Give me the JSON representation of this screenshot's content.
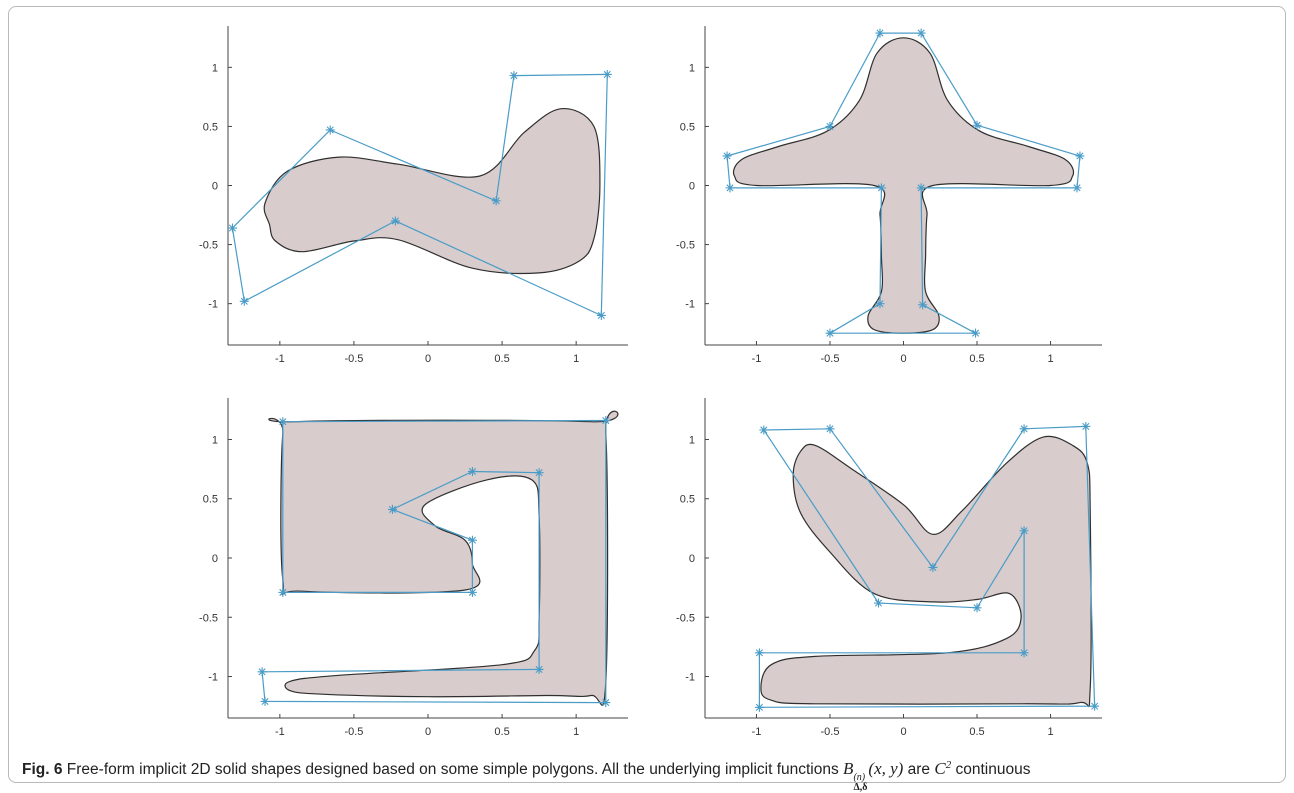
{
  "caption": {
    "label": "Fig. 6",
    "text_before": " Free-form implicit 2D solid shapes designed based on some simple polygons. All the underlying implicit functions ",
    "func_symbol": "B",
    "func_superscript": "(n)",
    "func_subscript": "Δ,δ",
    "func_args": "(x, y)",
    "text_between": " are ",
    "continuity_symbol": "C",
    "continuity_order": "2",
    "text_after": " continuous"
  },
  "colors": {
    "shape_fill": "#d8cccc",
    "shape_stroke": "#2f2f2f",
    "polygon": "#4a9cc7",
    "axis": "#444444",
    "frame": "#b9b9b9"
  },
  "chart_data": [
    {
      "type": "scatter",
      "panel": "top-left",
      "title": "",
      "xlabel": "",
      "ylabel": "",
      "xlim": [
        -1.35,
        1.35
      ],
      "ylim": [
        -1.35,
        1.35
      ],
      "xticks": [
        "-1",
        "-0.5",
        "0",
        "0.5",
        "1"
      ],
      "yticks": [
        "1",
        "0.5",
        "0",
        "-0.5",
        "-1"
      ],
      "grid": false,
      "control_polygon": [
        [
          -0.66,
          0.47
        ],
        [
          0.46,
          -0.13
        ],
        [
          0.58,
          0.93
        ],
        [
          1.21,
          0.94
        ],
        [
          1.17,
          -1.1
        ],
        [
          -0.22,
          -0.3
        ],
        [
          -1.24,
          -0.98
        ],
        [
          -1.32,
          -0.36
        ]
      ],
      "implicit_shape_outline": [
        [
          -1.07,
          -0.33
        ],
        [
          -1.1,
          -0.15
        ],
        [
          -0.95,
          0.12
        ],
        [
          -0.6,
          0.24
        ],
        [
          -0.2,
          0.18
        ],
        [
          0.35,
          0.08
        ],
        [
          0.65,
          0.45
        ],
        [
          0.9,
          0.65
        ],
        [
          1.12,
          0.5
        ],
        [
          1.16,
          0.0
        ],
        [
          1.12,
          -0.45
        ],
        [
          1.02,
          -0.64
        ],
        [
          0.75,
          -0.74
        ],
        [
          0.3,
          -0.7
        ],
        [
          -0.2,
          -0.46
        ],
        [
          -0.5,
          -0.47
        ],
        [
          -0.85,
          -0.56
        ],
        [
          -1.03,
          -0.47
        ]
      ]
    },
    {
      "type": "scatter",
      "panel": "top-right",
      "title": "",
      "xlabel": "",
      "ylabel": "",
      "xlim": [
        -1.35,
        1.35
      ],
      "ylim": [
        -1.35,
        1.35
      ],
      "xticks": [
        "-1",
        "-0.5",
        "0",
        "0.5",
        "1"
      ],
      "yticks": [
        "1",
        "0.5",
        "0",
        "-0.5",
        "-1"
      ],
      "grid": false,
      "control_polygon": [
        [
          -0.16,
          1.29
        ],
        [
          0.12,
          1.29
        ],
        [
          0.5,
          0.51
        ],
        [
          1.2,
          0.25
        ],
        [
          1.18,
          -0.02
        ],
        [
          0.12,
          -0.02
        ],
        [
          0.13,
          -1.01
        ],
        [
          0.49,
          -1.25
        ],
        [
          -0.5,
          -1.25
        ],
        [
          -0.16,
          -1.0
        ],
        [
          -0.15,
          -0.02
        ],
        [
          -1.18,
          -0.02
        ],
        [
          -1.2,
          0.25
        ],
        [
          -0.5,
          0.5
        ]
      ],
      "implicit_shape_outline": [
        [
          0.0,
          1.25
        ],
        [
          0.18,
          1.12
        ],
        [
          0.3,
          0.72
        ],
        [
          0.52,
          0.46
        ],
        [
          0.85,
          0.33
        ],
        [
          1.1,
          0.22
        ],
        [
          1.15,
          0.08
        ],
        [
          1.0,
          0.0
        ],
        [
          0.2,
          0.0
        ],
        [
          0.16,
          -0.25
        ],
        [
          0.15,
          -0.6
        ],
        [
          0.15,
          -0.9
        ],
        [
          0.24,
          -1.1
        ],
        [
          0.2,
          -1.22
        ],
        [
          0.0,
          -1.25
        ],
        [
          -0.2,
          -1.22
        ],
        [
          -0.24,
          -1.1
        ],
        [
          -0.15,
          -0.9
        ],
        [
          -0.15,
          -0.6
        ],
        [
          -0.16,
          -0.25
        ],
        [
          -0.2,
          0.0
        ],
        [
          -1.0,
          0.0
        ],
        [
          -1.15,
          0.08
        ],
        [
          -1.1,
          0.22
        ],
        [
          -0.85,
          0.33
        ],
        [
          -0.52,
          0.46
        ],
        [
          -0.3,
          0.72
        ],
        [
          -0.18,
          1.12
        ]
      ]
    },
    {
      "type": "scatter",
      "panel": "bottom-left",
      "title": "",
      "xlabel": "",
      "ylabel": "",
      "xlim": [
        -1.35,
        1.35
      ],
      "ylim": [
        -1.35,
        1.35
      ],
      "xticks": [
        "-1",
        "-0.5",
        "0",
        "0.5",
        "1"
      ],
      "yticks": [
        "1",
        "0.5",
        "0",
        "-0.5",
        "-1"
      ],
      "grid": false,
      "control_polygon": [
        [
          -0.98,
          1.15
        ],
        [
          1.2,
          1.16
        ],
        [
          1.2,
          -1.22
        ],
        [
          -1.1,
          -1.21
        ],
        [
          -1.12,
          -0.96
        ],
        [
          0.75,
          -0.94
        ],
        [
          0.75,
          0.72
        ],
        [
          0.3,
          0.73
        ],
        [
          -0.24,
          0.41
        ],
        [
          0.3,
          0.15
        ],
        [
          0.3,
          -0.29
        ],
        [
          -0.98,
          -0.29
        ]
      ],
      "implicit_shape_outline": [
        [
          -0.98,
          1.05
        ],
        [
          -0.9,
          1.15
        ],
        [
          1.1,
          1.15
        ],
        [
          1.2,
          1.05
        ],
        [
          1.2,
          -1.05
        ],
        [
          1.1,
          -1.16
        ],
        [
          0.8,
          -1.16
        ],
        [
          0.0,
          -1.17
        ],
        [
          -0.7,
          -1.15
        ],
        [
          -0.93,
          -1.12
        ],
        [
          -0.93,
          -1.04
        ],
        [
          -0.6,
          -0.99
        ],
        [
          0.5,
          -0.9
        ],
        [
          0.72,
          -0.78
        ],
        [
          0.75,
          -0.5
        ],
        [
          0.75,
          0.35
        ],
        [
          0.7,
          0.66
        ],
        [
          0.4,
          0.66
        ],
        [
          -0.02,
          0.45
        ],
        [
          0.05,
          0.27
        ],
        [
          0.25,
          0.15
        ],
        [
          0.3,
          -0.05
        ],
        [
          0.25,
          -0.27
        ],
        [
          -0.85,
          -0.28
        ],
        [
          -0.98,
          -0.18
        ]
      ]
    },
    {
      "type": "scatter",
      "panel": "bottom-right",
      "title": "",
      "xlabel": "",
      "ylabel": "",
      "xlim": [
        -1.35,
        1.35
      ],
      "ylim": [
        -1.35,
        1.35
      ],
      "xticks": [
        "-1",
        "-0.5",
        "0",
        "0.5",
        "1"
      ],
      "yticks": [
        "1",
        "0.5",
        "0",
        "-0.5",
        "-1"
      ],
      "grid": false,
      "control_polygon": [
        [
          -0.95,
          1.08
        ],
        [
          -0.5,
          1.09
        ],
        [
          0.2,
          -0.08
        ],
        [
          0.82,
          1.09
        ],
        [
          1.24,
          1.11
        ],
        [
          1.3,
          -1.25
        ],
        [
          -0.98,
          -1.26
        ],
        [
          -0.98,
          -0.8
        ],
        [
          0.82,
          -0.8
        ],
        [
          0.82,
          0.23
        ],
        [
          0.5,
          -0.42
        ],
        [
          -0.17,
          -0.38
        ]
      ],
      "implicit_shape_outline": [
        [
          -0.7,
          0.9
        ],
        [
          -0.6,
          0.95
        ],
        [
          -0.35,
          0.75
        ],
        [
          0.0,
          0.45
        ],
        [
          0.2,
          0.2
        ],
        [
          0.4,
          0.4
        ],
        [
          0.7,
          0.8
        ],
        [
          0.95,
          1.02
        ],
        [
          1.15,
          0.95
        ],
        [
          1.25,
          0.8
        ],
        [
          1.27,
          0.4
        ],
        [
          1.27,
          -1.1
        ],
        [
          1.2,
          -1.22
        ],
        [
          0.8,
          -1.23
        ],
        [
          -0.6,
          -1.23
        ],
        [
          -0.9,
          -1.2
        ],
        [
          -0.97,
          -1.1
        ],
        [
          -0.9,
          -0.9
        ],
        [
          -0.6,
          -0.83
        ],
        [
          0.3,
          -0.8
        ],
        [
          0.7,
          -0.68
        ],
        [
          0.8,
          -0.5
        ],
        [
          0.72,
          -0.3
        ],
        [
          0.5,
          -0.35
        ],
        [
          0.2,
          -0.37
        ],
        [
          -0.2,
          -0.3
        ],
        [
          -0.5,
          0.05
        ],
        [
          -0.7,
          0.38
        ],
        [
          -0.75,
          0.7
        ]
      ]
    }
  ]
}
